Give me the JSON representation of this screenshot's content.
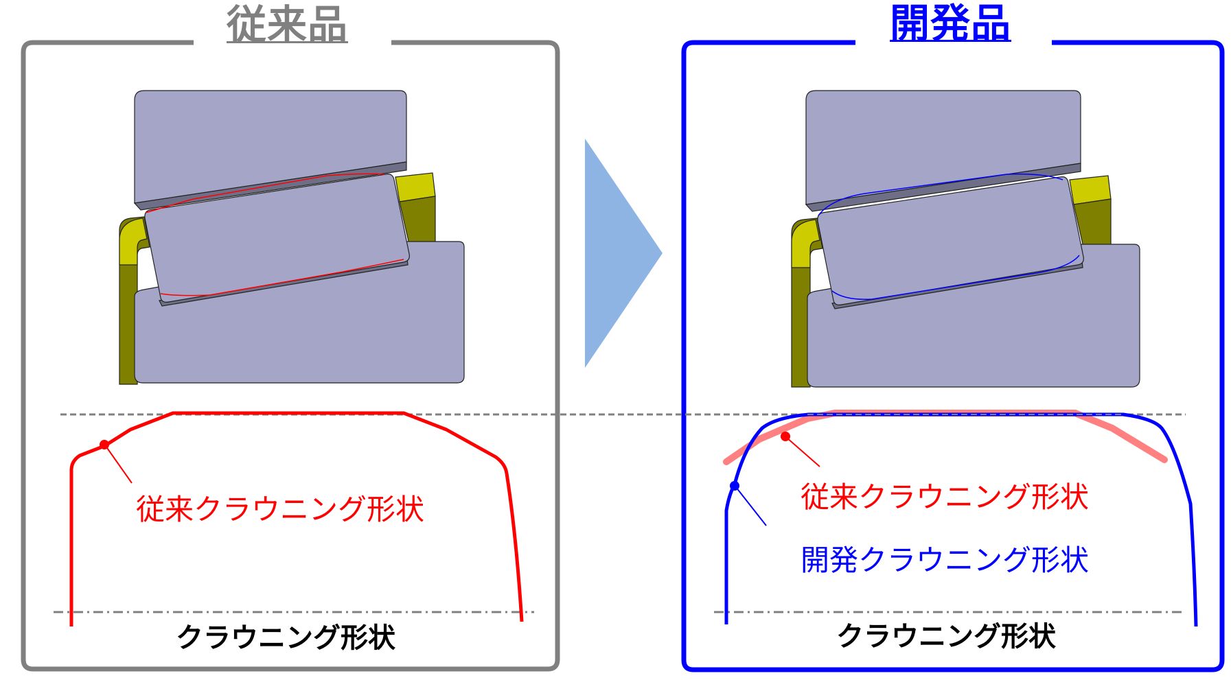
{
  "panels": {
    "conventional": {
      "title": "従来品",
      "frame_color": "#808080",
      "curve_label": "従来クラウニング形状",
      "curve_color": "#ff0000",
      "caption": "クラウニング形状",
      "highlight_color": "#ff0000"
    },
    "developed": {
      "title": "開発品",
      "frame_color": "#0000ff",
      "curve_labels": {
        "conventional": "従来クラウニング形状",
        "developed": "開発クラウニング形状"
      },
      "conventional_curve_color": "#ff8080",
      "developed_curve_color": "#0000ff",
      "caption": "クラウニング形状",
      "highlight_color": "#0000ff"
    }
  },
  "arrow": {
    "color": "#8eb4e3",
    "direction": "right"
  },
  "colors": {
    "bearing_body": "#a5a6c7",
    "bearing_shadow": "#6e6f86",
    "cage_light": "#cccc00",
    "cage_dark": "#808000",
    "guide_line": "#808080"
  }
}
